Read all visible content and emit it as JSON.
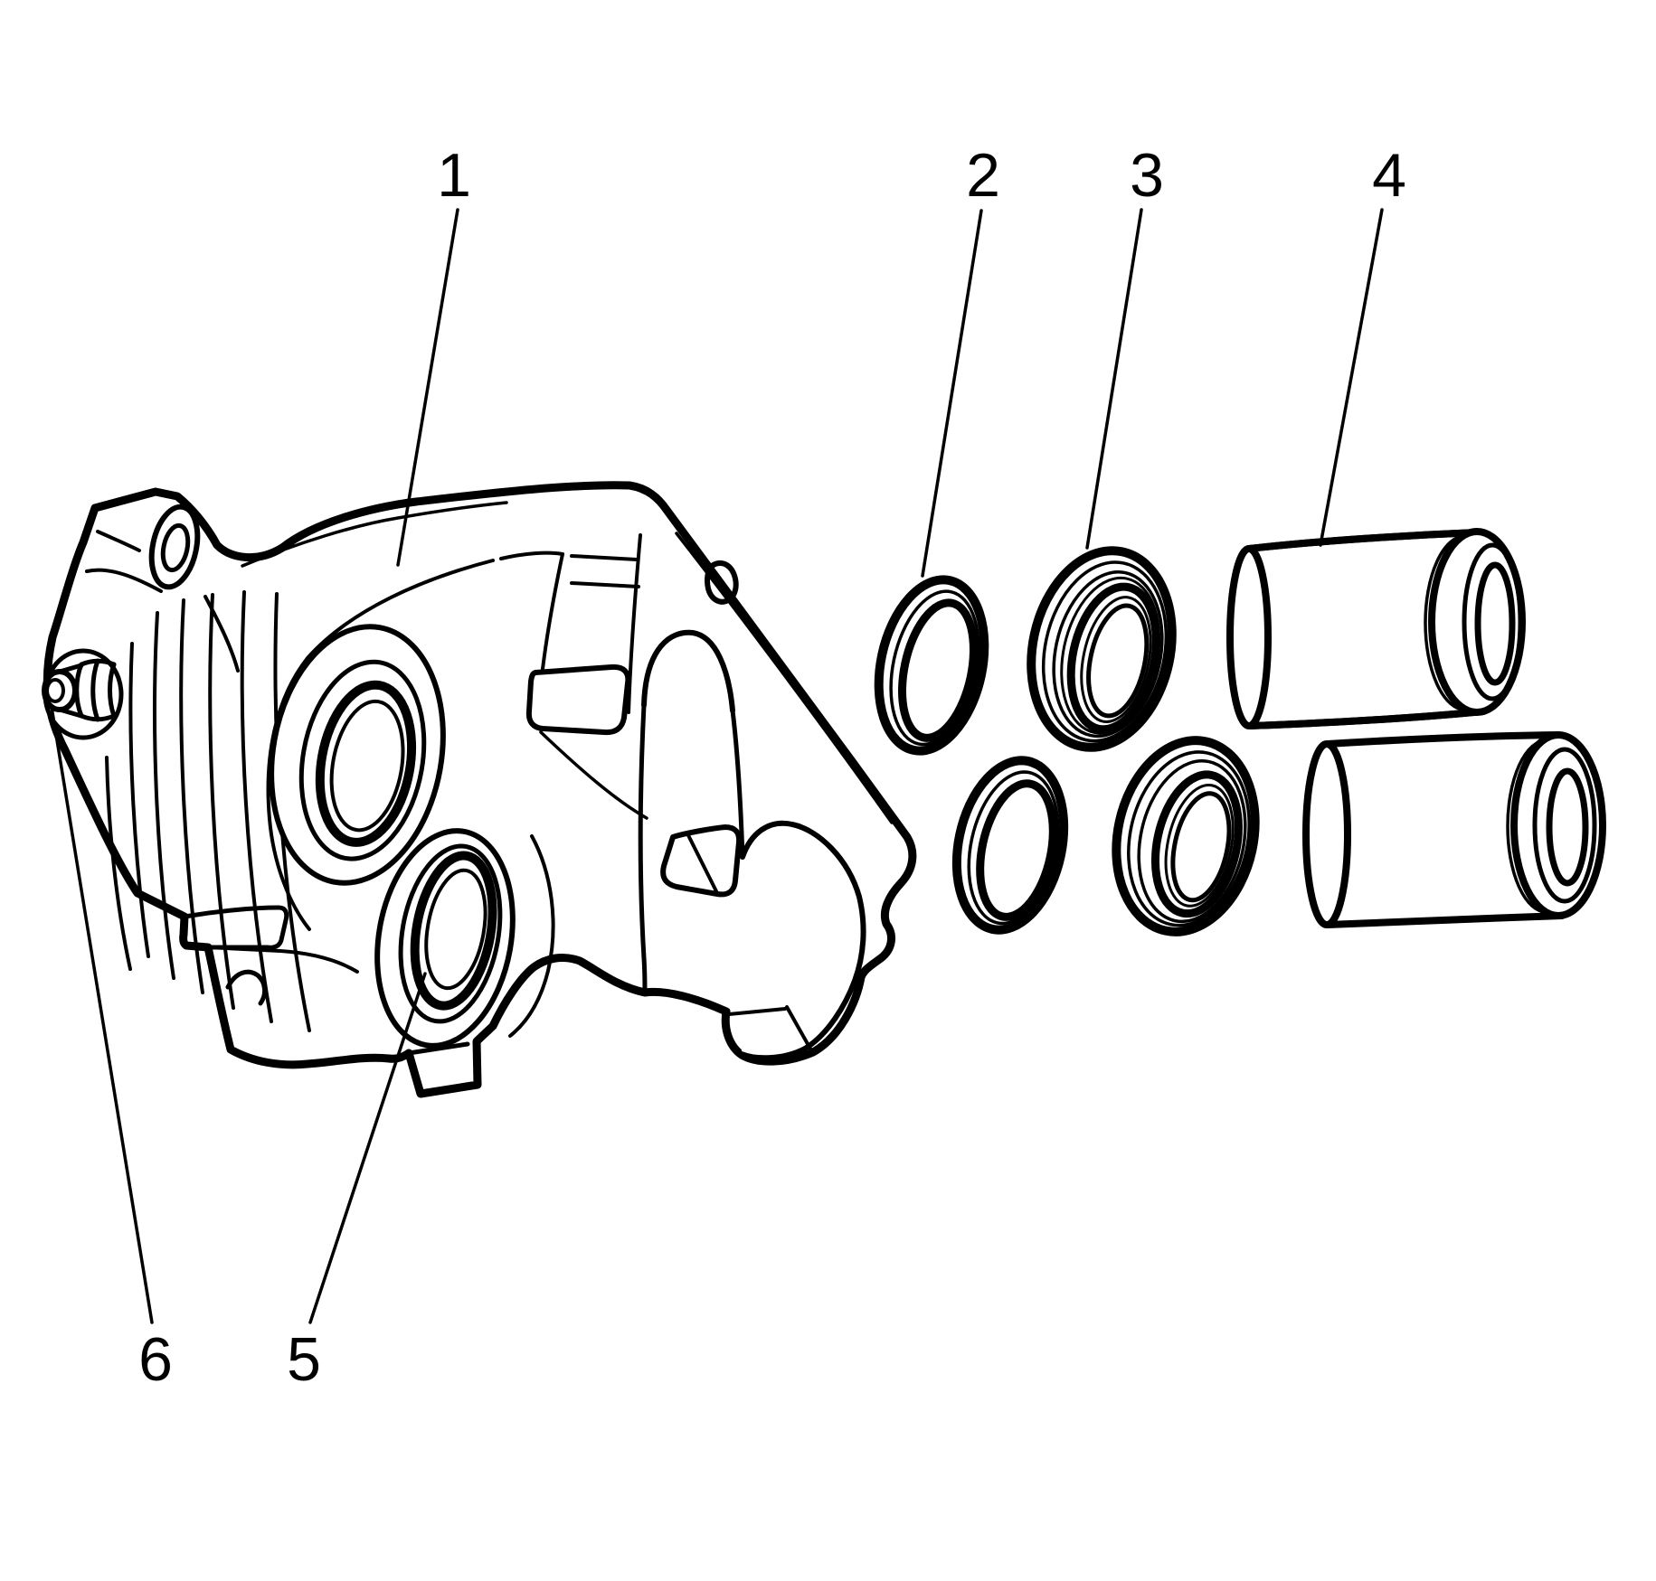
{
  "figure": {
    "kind": "brake-caliper-exploded-view-line-drawing",
    "colors": {
      "ink": "#000000",
      "background": "#ffffff"
    },
    "callouts": [
      {
        "number": "1"
      },
      {
        "number": "2"
      },
      {
        "number": "3"
      },
      {
        "number": "4"
      },
      {
        "number": "5"
      },
      {
        "number": "6"
      }
    ]
  }
}
